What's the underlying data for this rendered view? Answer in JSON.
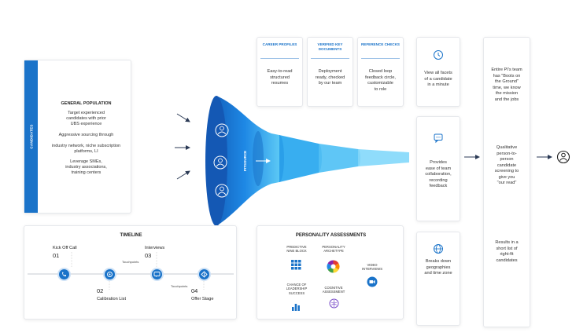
{
  "candidates": {
    "strip_label": "CANDIDATES",
    "title": "GENERAL POPULATION",
    "lines": [
      "Target experienced",
      "candidates with prior",
      "UBS experience",
      "Aggressive sourcing through",
      "industry network, niche subscription",
      "platforms, LI",
      "Leverage SMEs,",
      "industry associations,",
      "training centers"
    ]
  },
  "funnel": {
    "label": "PITSOURCE"
  },
  "top_cards": [
    {
      "head": "CAREER PROFILES",
      "body": [
        "Easy-to-read",
        "structured",
        "resumes"
      ]
    },
    {
      "head": "VERIFIED KEY DOCUMENTS",
      "body": [
        "Deployment",
        "ready, checked",
        "by our team"
      ]
    },
    {
      "head": "REFERENCE CHECKS",
      "body": [
        "Closed loop",
        "feedback circle,",
        "customizable",
        "to role"
      ]
    }
  ],
  "right_cards": [
    {
      "body": [
        "View all facets",
        "of a candidate",
        "in a minute"
      ]
    },
    {
      "body": [
        "Provides",
        "ease of team",
        "collaboration,",
        "recording",
        "feedback"
      ]
    },
    {
      "body": [
        "Breaks down",
        "geographies",
        "and time zone"
      ]
    }
  ],
  "tall_card": {
    "block1": [
      "Entire PI's team",
      "has \"Boots on",
      "the Ground\"",
      "time, we know",
      "the mission",
      "and the jobs"
    ],
    "block2": [
      "Qualitative",
      "person-to-",
      "person",
      "candidate",
      "screening to",
      "give you",
      "\"our read\""
    ],
    "block3": [
      "Results in a",
      "short list of",
      "right-fit",
      "candidates"
    ]
  },
  "timeline": {
    "title": "TIMELINE",
    "steps": [
      {
        "num": "01",
        "label": "Kick Off Call"
      },
      {
        "num": "02",
        "label": "Calibration List"
      },
      {
        "num": "03",
        "label": "Interviews"
      },
      {
        "num": "04",
        "label": "Offer Stage"
      }
    ],
    "touchpoints": [
      "Touchpoints",
      "Touchpoints"
    ]
  },
  "personality": {
    "title": "PERSONALITY ASSESSMENTS",
    "items": [
      {
        "label": [
          "PREDICTIVE",
          "NINE BLOCK"
        ],
        "icon": "grid-icon",
        "color": "#1a73c9"
      },
      {
        "label": [
          "PERSONALITY",
          "ARCHETYPE"
        ],
        "icon": "color-wheel-icon",
        "color": "#e8a317"
      },
      {
        "label": [
          "VIDEO",
          "INTERVIEWS"
        ],
        "icon": "video-icon",
        "color": "#1a73c9"
      },
      {
        "label": [
          "CHANCE OF",
          "LEADERSHIP",
          "SUCCESS"
        ],
        "icon": "bar-chart-icon",
        "color": "#1a73c9"
      },
      {
        "label": [
          "COGNITIVE",
          "ASSESSMENT"
        ],
        "icon": "brain-icon",
        "color": "#7b4fc9"
      }
    ]
  },
  "colors": {
    "brand_blue": "#1a73c9",
    "funnel_light": "#5bc8f5"
  }
}
